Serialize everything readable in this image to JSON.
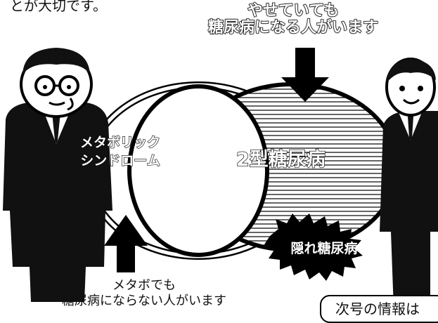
{
  "texts": {
    "top_note": "とが大切です。",
    "bubble_line1": "やせていても",
    "bubble_line2": "糖尿病になる人がいます",
    "metabo_line1": "メタボリック",
    "metabo_line2": "シンドローム",
    "type2": "2型糖尿病",
    "hidden": "隠れ糖尿病",
    "bottom_line1": "メタボでも",
    "bottom_line2": "糖尿病にならない人がいます",
    "next_box": "次号の情報は"
  },
  "colors": {
    "line": "#000000",
    "hatch_fill": "#ffffff",
    "suit": "#111111",
    "skin": "#ffffff"
  },
  "icons": [
    "arrow-down-icon",
    "arrow-up-icon",
    "explosion-burst-icon"
  ]
}
